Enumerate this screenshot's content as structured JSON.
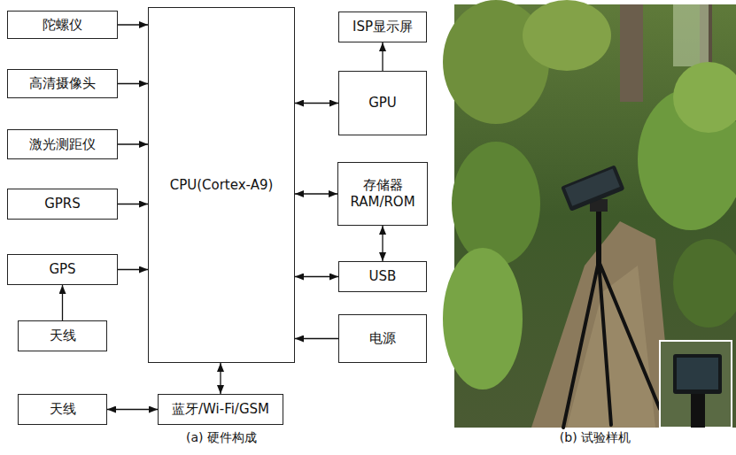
{
  "diagram": {
    "nodes": [
      {
        "text": [
          "陀螺仪"
        ]
      },
      {
        "text": [
          "高清摄像头"
        ]
      },
      {
        "text": [
          "激光测距仪"
        ]
      },
      {
        "text": [
          "GPRS"
        ]
      },
      {
        "text": [
          "GPS"
        ]
      },
      {
        "text": [
          "天线"
        ]
      },
      {
        "text": [
          "CPU(Cortex-A9)"
        ]
      },
      {
        "text": [
          "ISP显示屏"
        ]
      },
      {
        "text": [
          "GPU"
        ]
      },
      {
        "text": [
          "存储器 RAM/ROM"
        ]
      },
      {
        "text": [
          "USB"
        ]
      },
      {
        "text": [
          "电源"
        ]
      },
      {
        "text": [
          "天线"
        ]
      },
      {
        "text": [
          "蓝牙/Wi-Fi/GSM"
        ]
      }
    ],
    "edges": [
      {
        "from": 0,
        "to": 6,
        "arrow": "to"
      },
      {
        "from": 1,
        "to": 6,
        "arrow": "to"
      },
      {
        "from": 2,
        "to": 6,
        "arrow": "to"
      },
      {
        "from": 3,
        "to": 6,
        "arrow": "to"
      },
      {
        "from": 4,
        "to": 6,
        "arrow": "to"
      },
      {
        "from": 5,
        "to": 4,
        "arrow": "to"
      },
      {
        "from": 6,
        "to": 8,
        "arrow": "both"
      },
      {
        "from": 8,
        "to": 7,
        "arrow": "to"
      },
      {
        "from": 6,
        "to": 9,
        "arrow": "both"
      },
      {
        "from": 9,
        "to": 10,
        "arrow": "both"
      },
      {
        "from": 6,
        "to": 10,
        "arrow": "both"
      },
      {
        "from": 11,
        "to": 6,
        "arrow": "to"
      },
      {
        "from": 6,
        "to": 13,
        "arrow": "both"
      },
      {
        "from": 12,
        "to": 13,
        "arrow": "both"
      }
    ],
    "labels": [
      "(a) 硬件构成",
      "(b) 试验样机"
    ]
  }
}
